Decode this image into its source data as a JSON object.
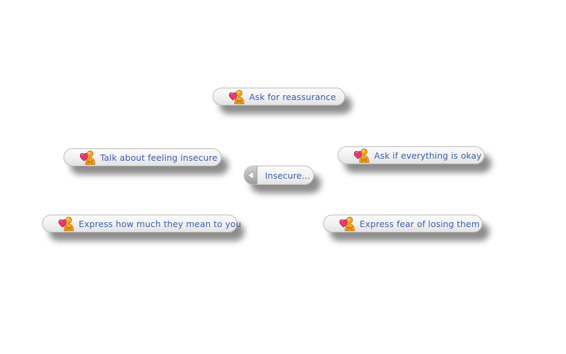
{
  "pie_menu": {
    "center": {
      "label": "Insecure...",
      "icon": "back-arrow-icon"
    },
    "options": [
      {
        "label": "Ask for reassurance",
        "icon": "romance-hearts-icon"
      },
      {
        "label": "Talk about feeling insecure",
        "icon": "romance-hearts-icon"
      },
      {
        "label": "Ask if everything is okay",
        "icon": "romance-hearts-icon"
      },
      {
        "label": "Express how much they mean to you",
        "icon": "romance-hearts-icon"
      },
      {
        "label": "Express fear of losing them",
        "icon": "romance-hearts-icon"
      }
    ]
  }
}
